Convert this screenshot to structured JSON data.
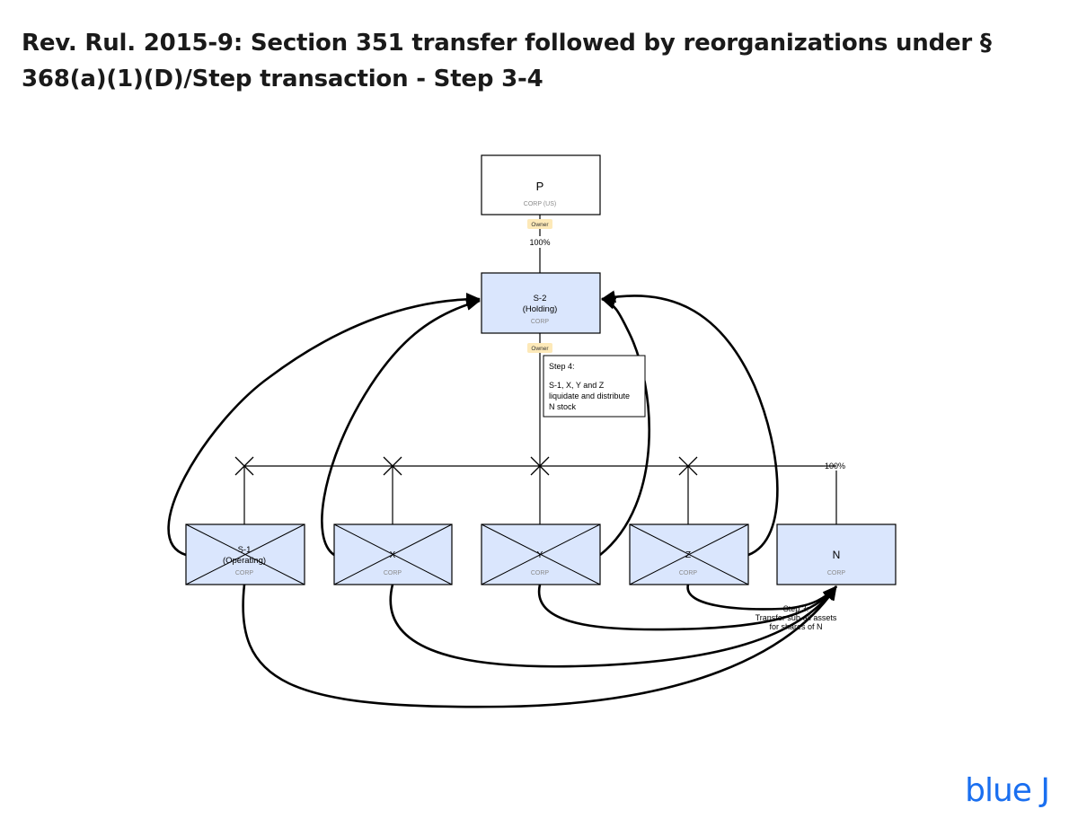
{
  "title": "Rev. Rul. 2015-9: Section 351 transfer followed by reorganizations under § 368(a)(1)(D)/Step transaction - Step 3-4",
  "entities": {
    "p": {
      "name": "P",
      "sub": "",
      "type": "CORP (US)"
    },
    "s2": {
      "name": "S-2",
      "sub": "(Holding)",
      "type": "CORP"
    },
    "s1": {
      "name": "S-1",
      "sub": "(Operating)",
      "type": "CORP"
    },
    "x": {
      "name": "X",
      "sub": "",
      "type": "CORP"
    },
    "y": {
      "name": "Y",
      "sub": "",
      "type": "CORP"
    },
    "z": {
      "name": "Z",
      "sub": "",
      "type": "CORP"
    },
    "n": {
      "name": "N",
      "sub": "",
      "type": "CORP"
    }
  },
  "ownership": {
    "p_s2_badge": "Owner",
    "p_s2_pct": "100%",
    "s2_subs_badge": "Owner",
    "s2_n_pct": "100%"
  },
  "step4": {
    "heading": "Step 4:",
    "line1": "S-1, X, Y and Z",
    "line2": "liquidate and distribute",
    "line3": "N stock"
  },
  "step3": {
    "line1": "Step 3:",
    "line2": "Transfer sub-all assets",
    "line3": "for shares of N"
  },
  "logo": "blue J",
  "colors": {
    "entity_fill": "#dae6fd",
    "badge_fill": "#fde9b8",
    "logo": "#1a6ff0"
  }
}
